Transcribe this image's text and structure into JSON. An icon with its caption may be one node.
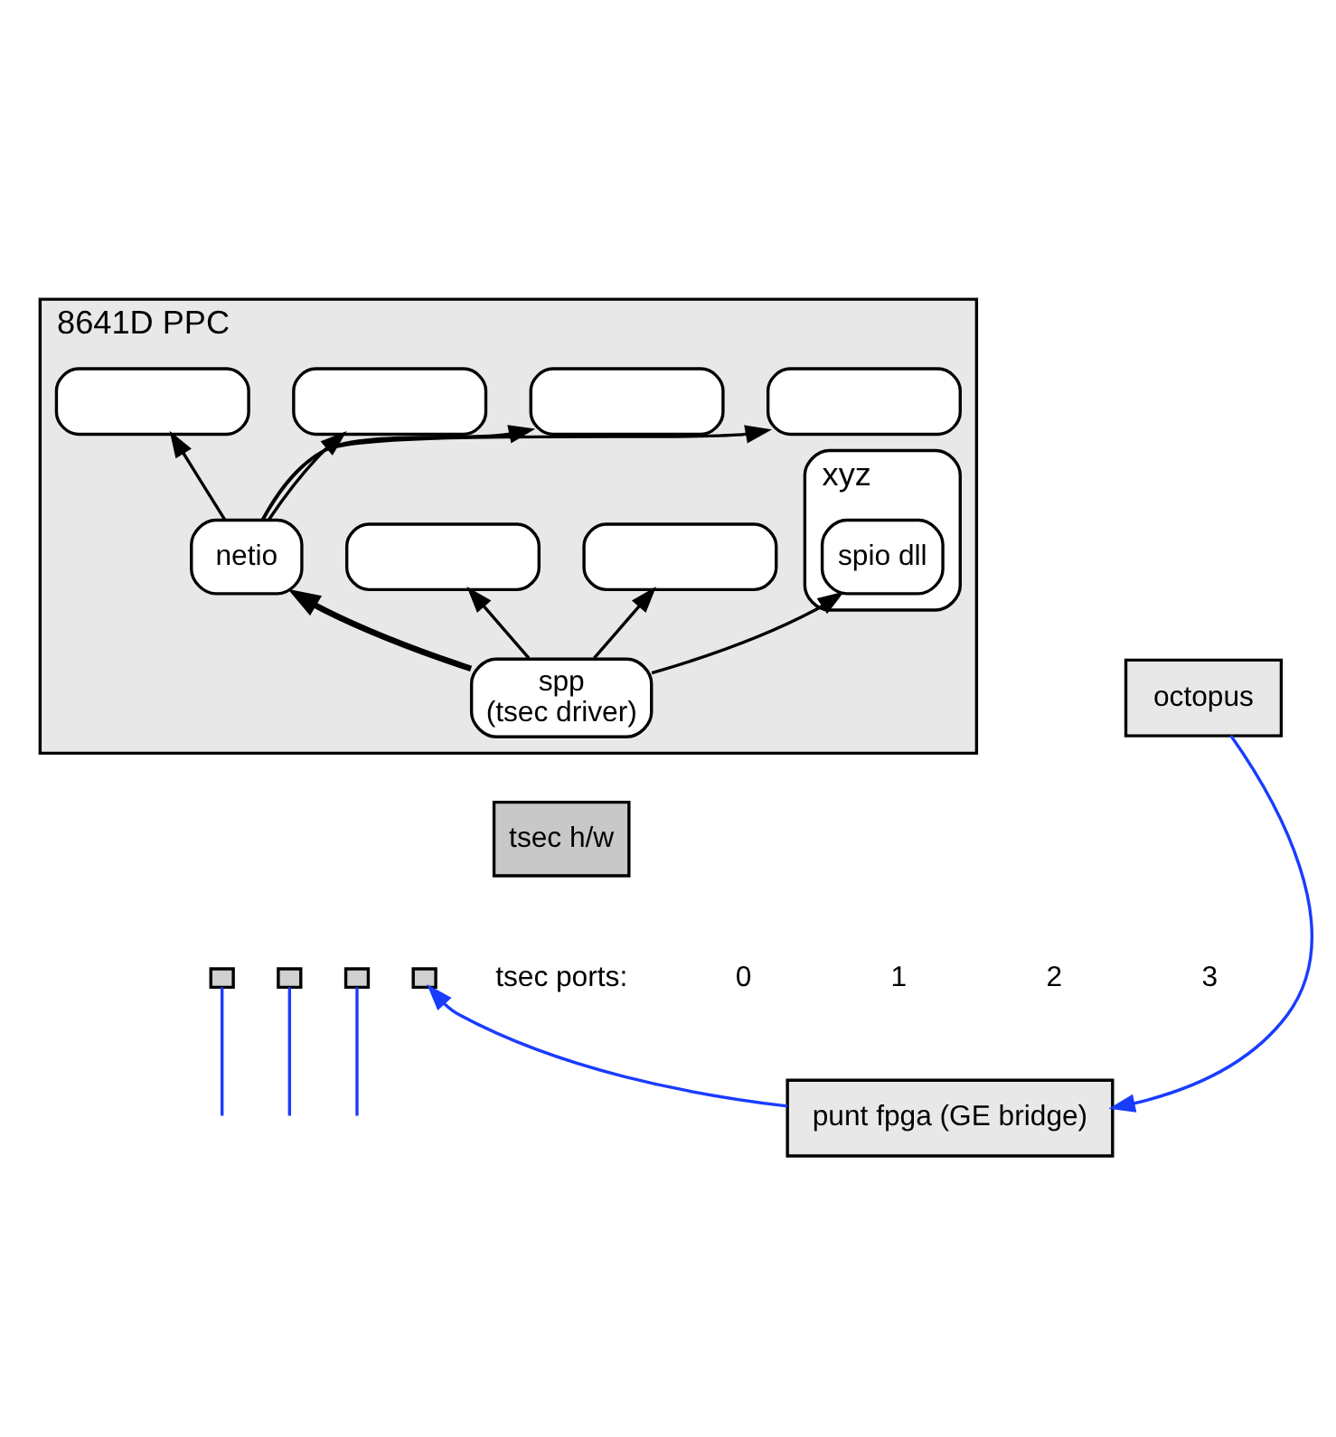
{
  "diagram": {
    "nodes": [
      {
        "text": [
          "8641D PPC"
        ]
      },
      {
        "text": [],
        "shape": "ellipse",
        "in": 0
      },
      {
        "text": [],
        "shape": "ellipse",
        "in": 0
      },
      {
        "text": [
          "xyz"
        ],
        "in": 0
      },
      {
        "text": [
          "spio dll"
        ],
        "in": 3
      },
      {
        "text": [],
        "shape": "ellipse",
        "in": 0
      },
      {
        "text": [],
        "shape": "ellipse",
        "in": 0
      },
      {
        "text": [],
        "shape": "ellipse",
        "in": 0
      },
      {
        "text": [],
        "shape": "ellipse",
        "in": 0
      },
      {
        "text": [
          "netio"
        ],
        "in": 0
      },
      {
        "text": [
          "spp",
          "(tsec driver)"
        ],
        "in": 0
      },
      {
        "text": [
          "tsec h/w"
        ]
      },
      {
        "text": [],
        "shape": "box"
      },
      {
        "text": [],
        "shape": "box"
      },
      {
        "text": [],
        "shape": "box"
      },
      {
        "text": [],
        "shape": "box"
      },
      {
        "text": [
          "octopus"
        ]
      },
      {
        "text": [
          "punt fpga (GE bridge)"
        ]
      }
    ],
    "edges": [
      {
        "from": 10,
        "to": 4,
        "arrow": "to"
      },
      {
        "from": 10,
        "to": 2,
        "arrow": "to"
      },
      {
        "from": 10,
        "to": 1,
        "arrow": "to"
      },
      {
        "from": 10,
        "to": 9,
        "arrow": "to",
        "style": "thick"
      },
      {
        "from": 9,
        "to": 5,
        "arrow": "to"
      },
      {
        "from": 9,
        "to": 6,
        "arrow": "to"
      },
      {
        "from": 9,
        "to": 7,
        "arrow": "to"
      },
      {
        "from": 9,
        "to": 8,
        "arrow": "to"
      },
      {
        "from": 16,
        "to": 17,
        "arrow": "to",
        "color": "#1a3cff"
      },
      {
        "from": 17,
        "to": 15,
        "arrow": "to",
        "color": "#1a3cff"
      },
      {
        "from": null,
        "to": 12,
        "arrow": "none",
        "color": "#1a3cff"
      },
      {
        "from": null,
        "to": 13,
        "arrow": "none",
        "color": "#1a3cff"
      },
      {
        "from": null,
        "to": 14,
        "arrow": "none",
        "color": "#1a3cff"
      }
    ],
    "labels": [
      "tsec ports:",
      "0",
      "1",
      "2",
      "3"
    ]
  }
}
